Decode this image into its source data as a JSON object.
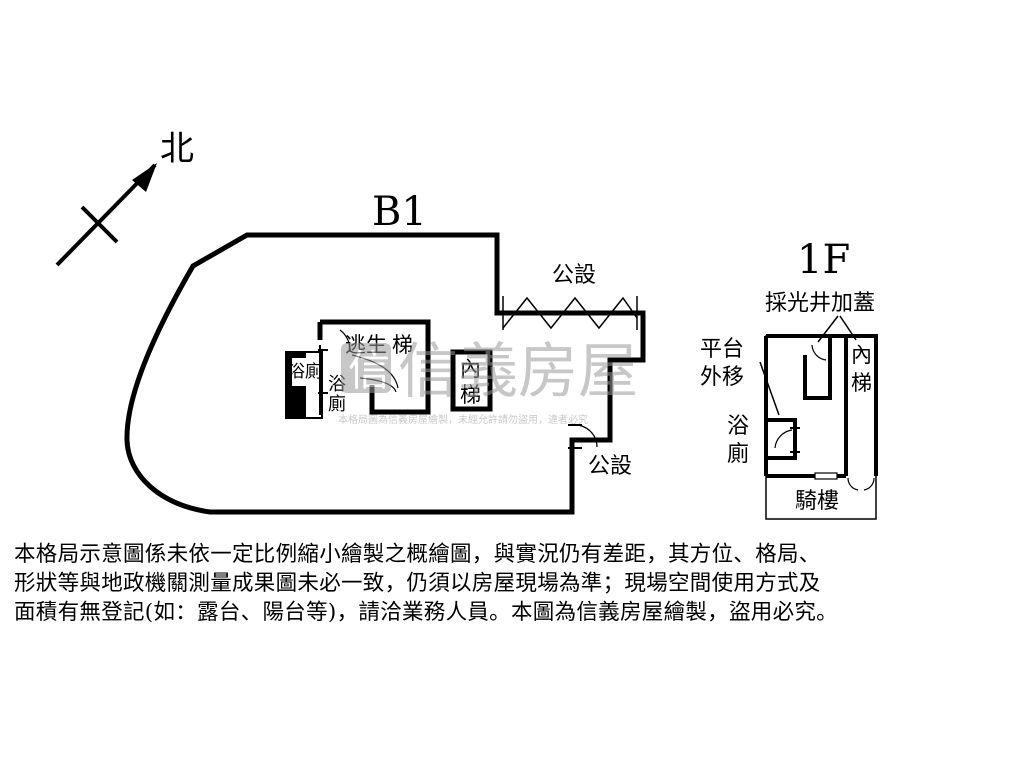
{
  "compass": {
    "north_label": "北"
  },
  "floors": {
    "b1": {
      "title": "B1",
      "labels": {
        "public_top": "公設",
        "public_bottom": "公設",
        "escape_stair_1": "逃生",
        "escape_stair_2": "梯",
        "inner_stair_1": "內",
        "inner_stair_2": "梯",
        "bath_left": "浴廁",
        "bath_right_1": "浴",
        "bath_right_2": "廁"
      }
    },
    "f1": {
      "title": "1F",
      "labels": {
        "skylight_cover": "採光井加蓋",
        "platform_1": "平台",
        "platform_2": "外移",
        "bath_1": "浴",
        "bath_2": "廁",
        "inner_stair_1": "內",
        "inner_stair_2": "梯",
        "arcade": "騎樓"
      }
    }
  },
  "watermark": {
    "brand": "信義房屋",
    "small": "本格局圖為信義房屋繪製，未經允許請勿盜用，違者必究"
  },
  "disclaimer": {
    "line1": "本格局示意圖係未依一定比例縮小繪製之概繪圖，與實況仍有差距，其方位、格局、",
    "line2": "形狀等與地政機關測量成果圖未必一致，仍須以房屋現場為準；現場空間使用方式及",
    "line3": "面積有無登記(如：露台、陽台等)，請洽業務人員。本圖為信義房屋繪製，盜用必究。"
  }
}
